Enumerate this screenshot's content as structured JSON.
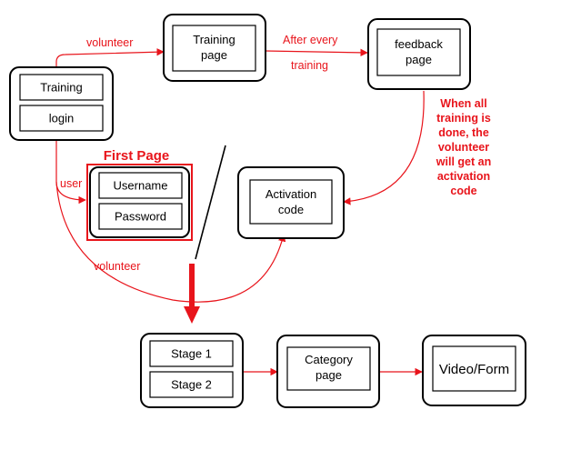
{
  "colors": {
    "accent": "#e8141b",
    "box_stroke": "#000000",
    "background": "#ffffff"
  },
  "nodes": {
    "training_login": {
      "training": "Training",
      "login": "login"
    },
    "training_page": {
      "line1": "Training",
      "line2": "page"
    },
    "feedback_page": {
      "line1": "feedback",
      "line2": "page"
    },
    "first_page": {
      "title": "First Page",
      "username": "Username",
      "password": "Password"
    },
    "activation_code": {
      "line1": "Activation",
      "line2": "code"
    },
    "stages": {
      "stage1": "Stage 1",
      "stage2": "Stage 2"
    },
    "category_page": {
      "line1": "Category",
      "line2": "page"
    },
    "video_form": {
      "label": "Video/Form"
    }
  },
  "edge_labels": {
    "volunteer_top": "volunteer",
    "after_every_line1": "After every",
    "after_every_line2": "training",
    "user": "user",
    "volunteer_bottom": "volunteer",
    "completion_note": [
      "When all",
      "training is",
      "done, the",
      "volunteer",
      "will get an",
      "activation",
      "code"
    ]
  }
}
